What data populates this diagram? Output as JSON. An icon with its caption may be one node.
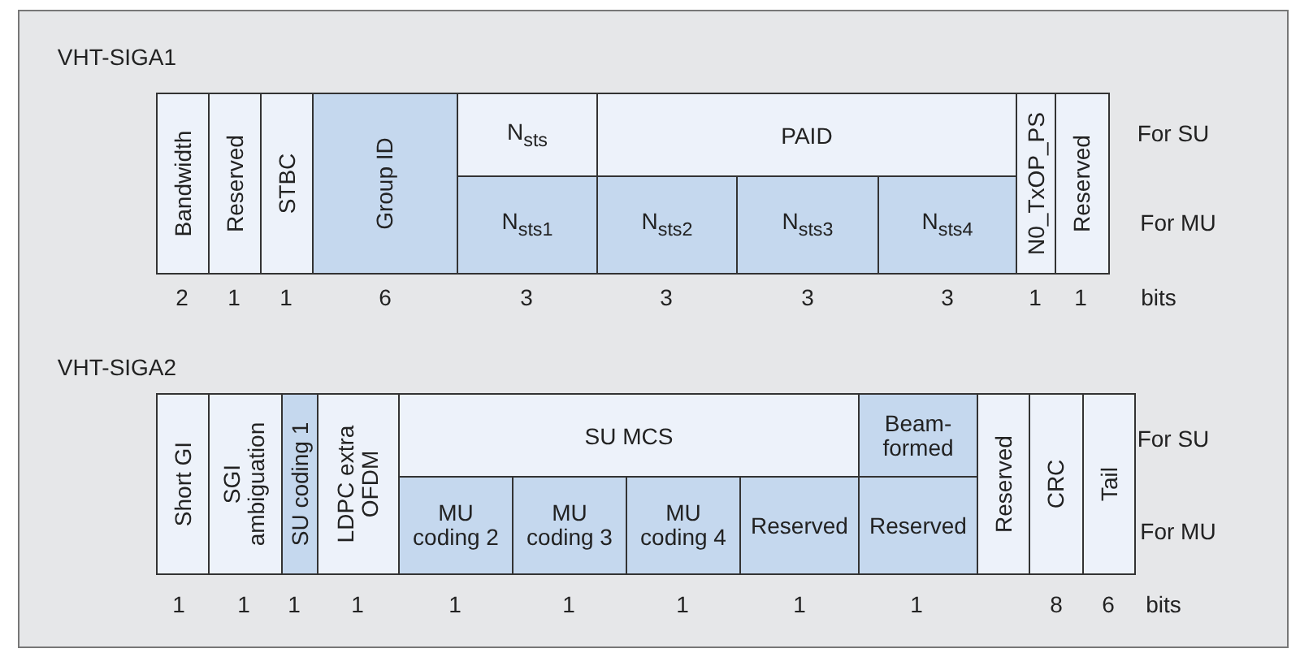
{
  "diagram": {
    "nodes": [
      {
        "text": [
          "Bandwidth"
        ]
      },
      {
        "text": [
          "Reserved"
        ]
      },
      {
        "text": [
          "STBC"
        ]
      },
      {
        "text": [
          "Group ID"
        ]
      },
      {
        "text": [
          "N$_{sts}$"
        ]
      },
      {
        "text": [
          "PAID"
        ]
      },
      {
        "text": [
          "N0_TxOP_PS"
        ]
      },
      {
        "text": [
          "Reserved"
        ]
      },
      {
        "text": [
          "N$_{sts1}$"
        ]
      },
      {
        "text": [
          "N$_{sts2}$"
        ]
      },
      {
        "text": [
          "N$_{sts3}$"
        ]
      },
      {
        "text": [
          "N$_{sts4}$"
        ]
      },
      {
        "text": [
          "Short GI"
        ]
      },
      {
        "text": [
          "SGI ambiguation"
        ]
      },
      {
        "text": [
          "SU coding 1"
        ]
      },
      {
        "text": [
          "LDPC extra OFDM"
        ]
      },
      {
        "text": [
          "SU MCS"
        ]
      },
      {
        "text": [
          "Beam- formed"
        ]
      },
      {
        "text": [
          "Reserved"
        ]
      },
      {
        "text": [
          "CRC"
        ]
      },
      {
        "text": [
          "Tail"
        ]
      },
      {
        "text": [
          "MU coding 2"
        ]
      },
      {
        "text": [
          "MU coding 3"
        ]
      },
      {
        "text": [
          "MU coding 4"
        ]
      },
      {
        "text": [
          "Reserved"
        ]
      },
      {
        "text": [
          "Reserved"
        ]
      }
    ],
    "labels": [
      "VHT-SIGA1",
      "For SU",
      "For MU",
      "2",
      "1",
      "1",
      "6",
      "3",
      "3",
      "3",
      "3",
      "1",
      "1",
      "bits",
      "VHT-SIGA2",
      "For SU",
      "For MU",
      "1",
      "1",
      "1",
      "1",
      "1",
      "1",
      "1",
      "1",
      "1",
      "8",
      "6",
      "bits"
    ]
  }
}
